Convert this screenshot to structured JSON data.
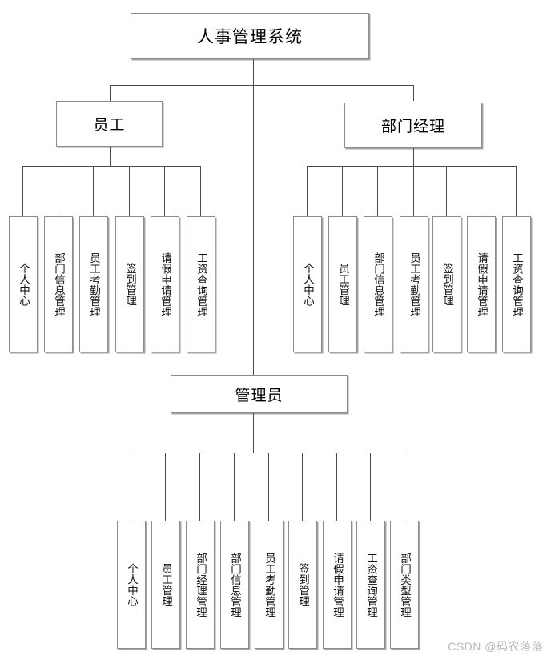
{
  "diagram": {
    "title": "人事管理系统",
    "root": {
      "label": "人事管理系统"
    },
    "branches": [
      {
        "role": "员工",
        "children": [
          "个人中心",
          "部门信息管理",
          "员工考勤管理",
          "签到管理",
          "请假申请管理",
          "工资查询管理"
        ]
      },
      {
        "role": "部门经理",
        "children": [
          "个人中心",
          "员工管理",
          "部门信息管理",
          "员工考勤管理",
          "签到管理",
          "请假申请管理",
          "工资查询管理"
        ]
      },
      {
        "role": "管理员",
        "children": [
          "个人中心",
          "员工管理",
          "部门经理管理",
          "部门信息管理",
          "员工考勤管理",
          "签到管理",
          "请假申请管理",
          "工资查询管理",
          "部门类型管理"
        ]
      }
    ]
  },
  "watermark": {
    "text": "CSDN @码农落落"
  },
  "colors": {
    "box_border": "#8c8c8c",
    "line": "#4a4a4e",
    "background": "#ffffff",
    "watermark_text": "#b8b8bc"
  }
}
